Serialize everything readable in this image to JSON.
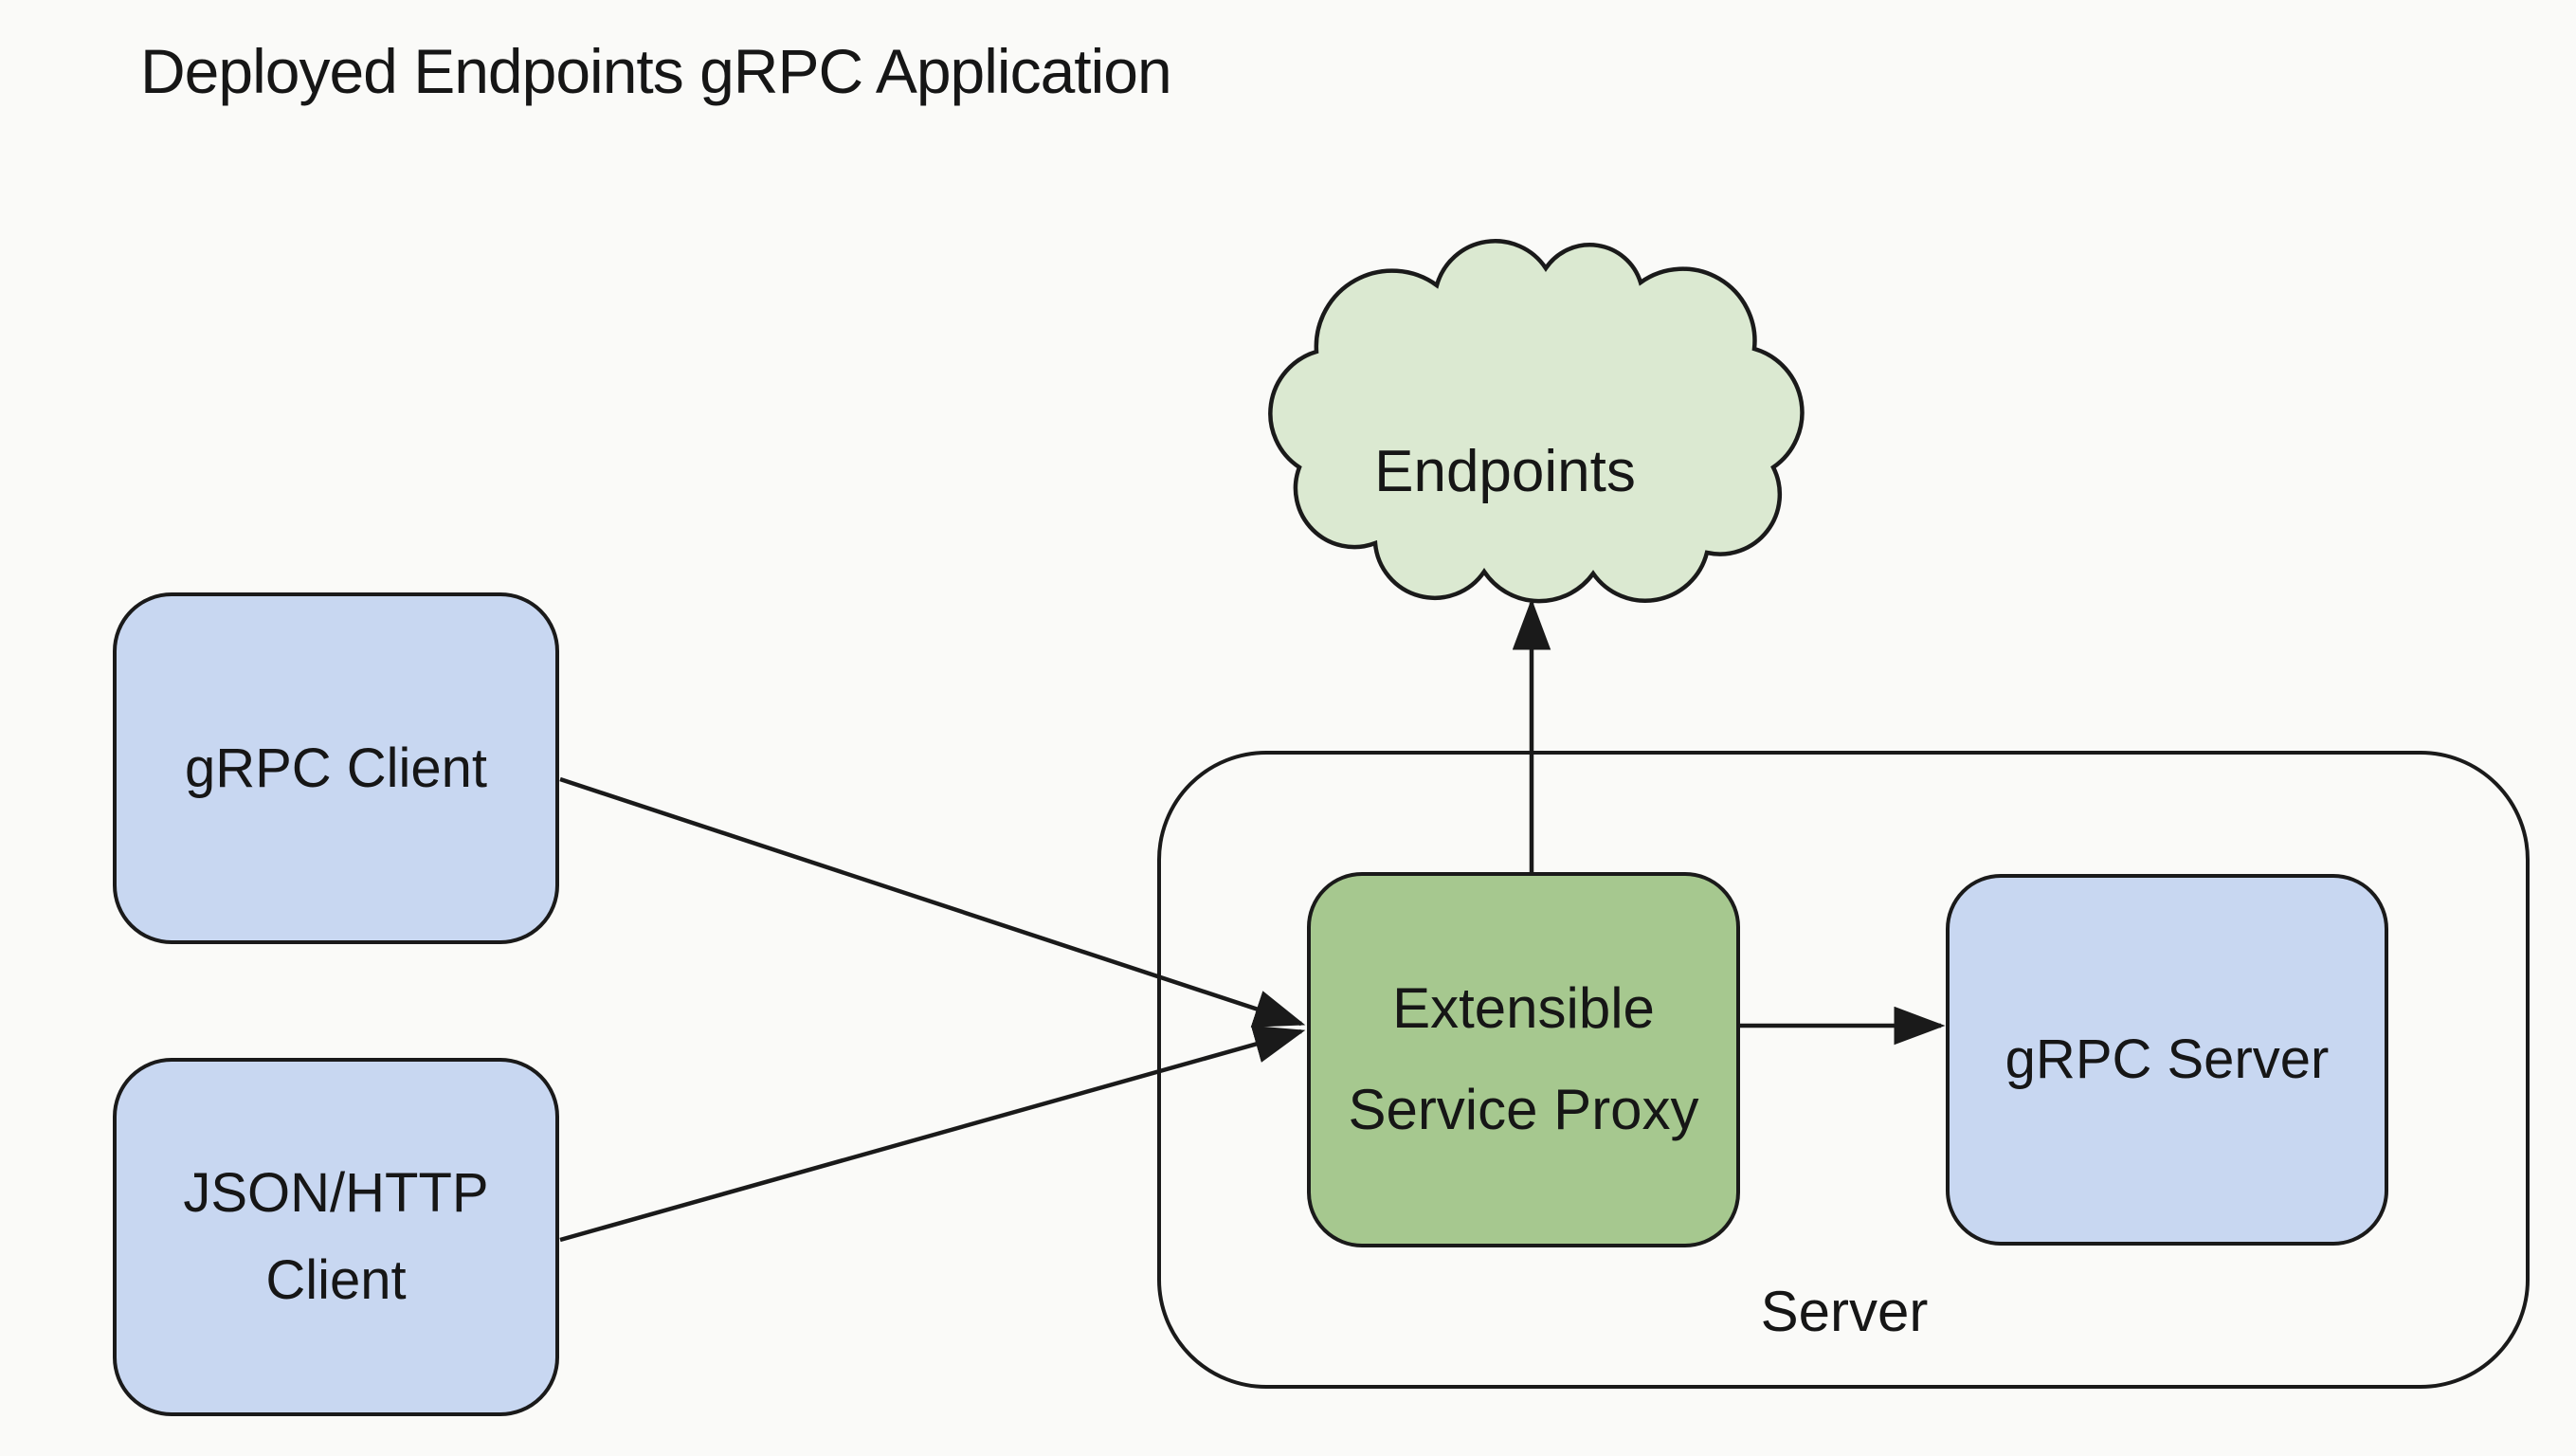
{
  "title": "Deployed Endpoints gRPC Application",
  "colors": {
    "background": "#fafaf8",
    "box_blue": "#c8d7f1",
    "box_green": "#a6c88f",
    "cloud_green": "#dbe9d1",
    "stroke": "#1a1a1a",
    "text": "#161616"
  },
  "cloud": {
    "label": "Endpoints"
  },
  "nodes": {
    "grpc_client": {
      "label": "gRPC Client"
    },
    "json_http_client": {
      "label": "JSON/HTTP\nClient"
    },
    "esp": {
      "label": "Extensible\nService Proxy"
    },
    "grpc_server": {
      "label": "gRPC Server"
    }
  },
  "group": {
    "server_label": "Server"
  },
  "edges": [
    {
      "from": "grpc_client",
      "to": "extensible_service_proxy"
    },
    {
      "from": "json_http_client",
      "to": "extensible_service_proxy"
    },
    {
      "from": "extensible_service_proxy",
      "to": "grpc_server"
    },
    {
      "from": "extensible_service_proxy",
      "to": "endpoints_cloud"
    }
  ]
}
